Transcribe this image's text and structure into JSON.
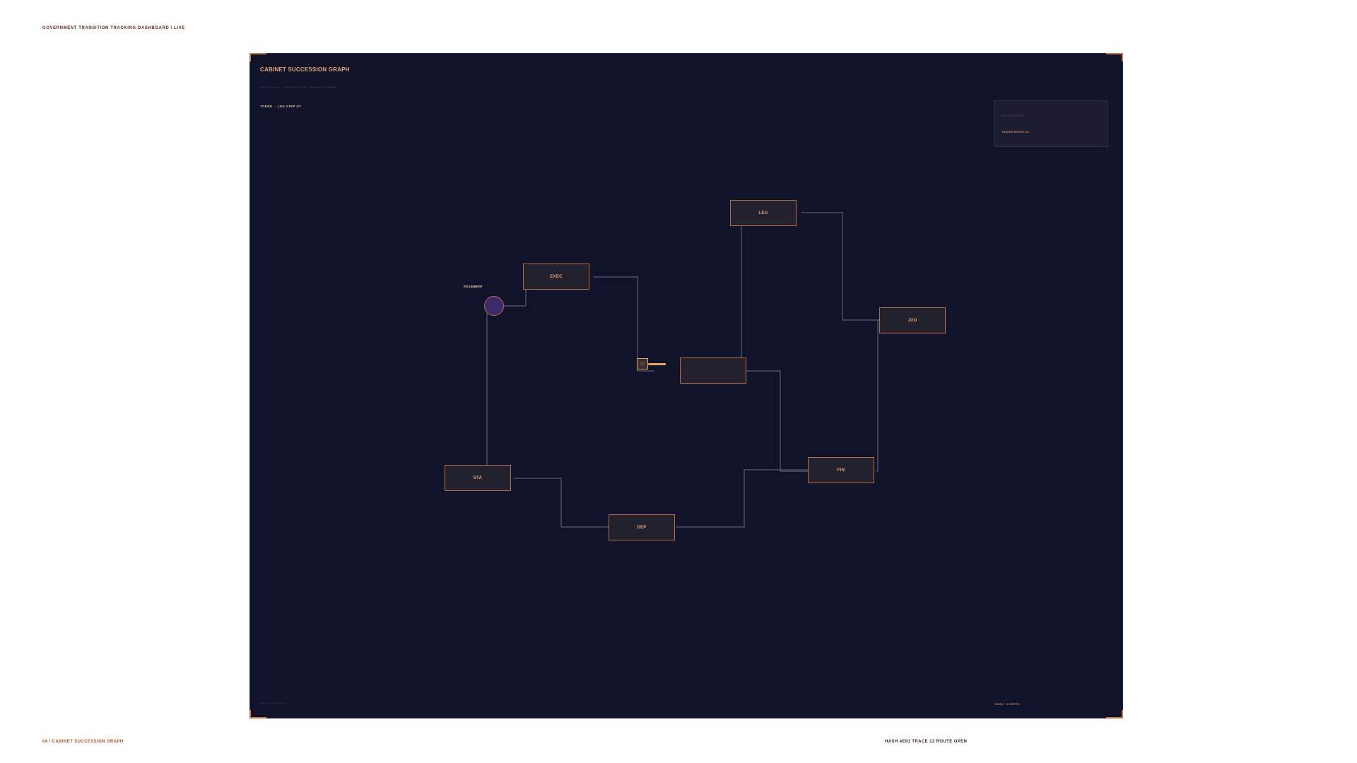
{
  "header": {
    "title": "GOVERNMENT TRANSITION TRACKING DASHBOARD  /  LIVE"
  },
  "panel": {
    "title": "CABINET SUCCESSION GRAPH",
    "subtitle": "DFT-GOV-R4  /  7 NODE ROUTE / TRANSFER MODE",
    "token_status": "TOKEN → LEG   STEP 2/7",
    "legend": {
      "line1": "ROUTE STATUS",
      "line2": "TRACED ROUTE: 02"
    },
    "footer_left": "ESCALATION ROUTE",
    "footer_right": "TOKEN · STOPPED"
  },
  "graph": {
    "incumbent_label": "INCUMBENT",
    "nodes": [
      {
        "id": "exec",
        "label": "EXEC"
      },
      {
        "id": "leg",
        "label": "LEG"
      },
      {
        "id": "jud",
        "label": "JUD"
      },
      {
        "id": "hub",
        "label": ""
      },
      {
        "id": "fin",
        "label": "FIN"
      },
      {
        "id": "sta",
        "label": "STA"
      },
      {
        "id": "dep",
        "label": "DEP"
      }
    ],
    "edges": [
      [
        "incumbent",
        "exec"
      ],
      [
        "exec",
        "hub"
      ],
      [
        "hub",
        "leg"
      ],
      [
        "leg",
        "jud"
      ],
      [
        "hub",
        "fin"
      ],
      [
        "jud",
        "fin"
      ],
      [
        "incumbent",
        "sta"
      ],
      [
        "sta",
        "dep"
      ],
      [
        "dep",
        "fin"
      ]
    ],
    "token_icon": "hand-pointer-icon"
  },
  "footer": {
    "left": "04 / CABINET SUCCESSION GRAPH",
    "right": "HASH 4E91  TRACE 12  ROUTE OPEN"
  },
  "colors": {
    "background": "#11132a",
    "node_border": "#b86c45",
    "node_text": "#e6a57a",
    "edge": "#5a5c72",
    "token": "#e4a566"
  }
}
